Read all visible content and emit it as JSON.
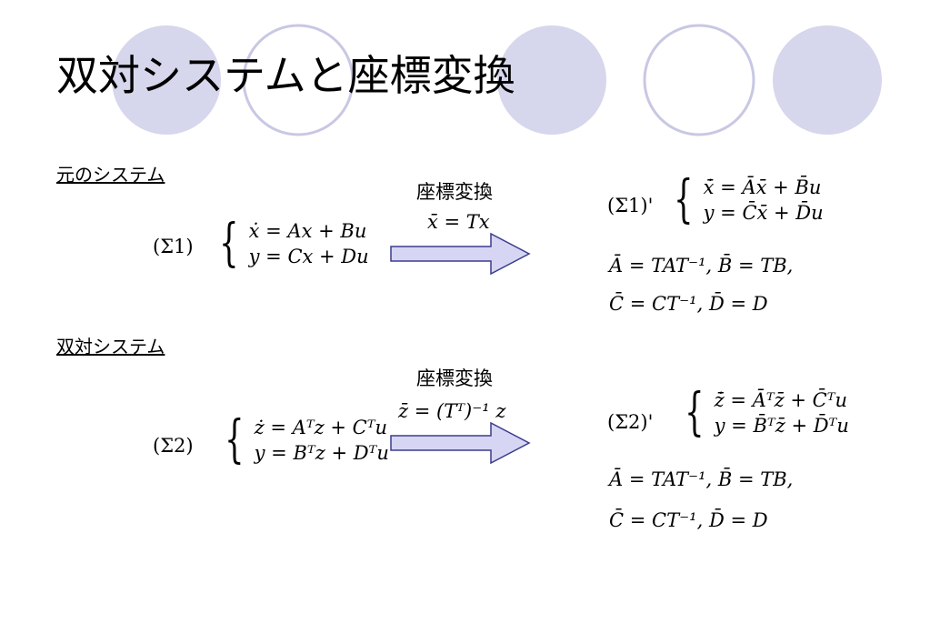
{
  "title": "双対システムと座標変換",
  "sections": {
    "original": "元のシステム",
    "dual": "双対システム"
  },
  "transform1": {
    "label": "座標変換",
    "equation": "x̄ = Tx"
  },
  "transform2": {
    "label": "座標変換",
    "equation": "z̄ = (Tᵀ)⁻¹ z"
  },
  "system1": {
    "name": "(Σ1)",
    "eq1": "ẋ = Ax + Bu",
    "eq2": "y = Cx + Du"
  },
  "system1_prime": {
    "name": "(Σ1)'",
    "eq1": "x̄̇ = Āx̄ + B̄u",
    "eq2": "y = C̄x̄ + D̄u",
    "rel1": "Ā = TAT⁻¹,   B̄ = TB,",
    "rel2": "C̄ = CT⁻¹,   D̄ = D"
  },
  "system2": {
    "name": "(Σ2)",
    "eq1": "ż = Aᵀz + Cᵀu",
    "eq2": "y = Bᵀz + Dᵀu"
  },
  "system2_prime": {
    "name": "(Σ2)'",
    "eq1": "z̄̇ = Āᵀz̄ + C̄ᵀu",
    "eq2": "y = B̄ᵀz̄ + D̄ᵀu",
    "rel1": "Ā = TAT⁻¹,   B̄ = TB,",
    "rel2": "C̄ = CT⁻¹,   D̄ = D"
  },
  "colors": {
    "circle_fill": "#d6d6ec",
    "circle_stroke": "#c8c8e4",
    "arrow_fill": "#d6d6f4",
    "arrow_stroke": "#3c3c8c"
  }
}
